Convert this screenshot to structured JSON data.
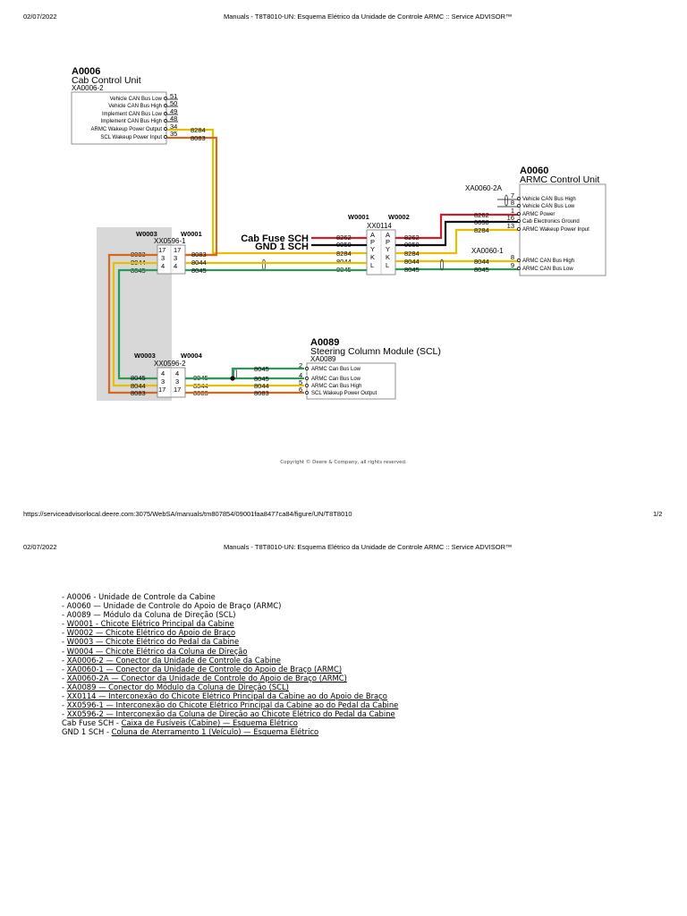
{
  "page1": {
    "date": "02/07/2022",
    "title": "Manuals - T8T8010-UN: Esquema Elétrico da Unidade de Controle ARMC :: Service ADVISOR™",
    "url": "https://serviceadvisorlocal.deere.com:3075/WebSA/manuals/tm807854/09001faa8477ca84/figure/UN/T8T8010",
    "page_num": "1/2"
  },
  "page2": {
    "date": "02/07/2022",
    "title": "Manuals - T8T8010-UN: Esquema Elétrico da Unidade de Controle ARMC :: Service ADVISOR™"
  },
  "diagram": {
    "copyright": "Copyright © Deere & Company, all rights reserved.",
    "a0006": {
      "id": "A0006",
      "name": "Cab Control Unit",
      "connector": "XA0006-2",
      "pins": [
        {
          "label": "Vehicle CAN Bus Low",
          "num": "51"
        },
        {
          "label": "Vehicle CAN Bus High",
          "num": "50"
        },
        {
          "label": "Implement CAN Bus Low",
          "num": "49"
        },
        {
          "label": "Implement CAN Bus High",
          "num": "48"
        },
        {
          "label": "ARMC Wakeup Power Output",
          "num": "34"
        },
        {
          "label": "SCL Wakeup Power Input",
          "num": "35"
        }
      ],
      "wires": [
        "8284",
        "8083"
      ]
    },
    "a0060": {
      "id": "A0060",
      "name": "ARMC Control Unit",
      "conn_2a": "XA0060-2A",
      "conn_1": "XA0060-1",
      "pins_2a": [
        {
          "label": "Vehicle CAN Bus High",
          "num": "7"
        },
        {
          "label": "Vehicle CAN Bus Low",
          "num": "8"
        },
        {
          "label": "ARMC Power",
          "num": "1"
        },
        {
          "label": "Cab Electronics Ground",
          "num": "16"
        },
        {
          "label": "ARMC Wakeup Power Input",
          "num": "13"
        }
      ],
      "pins_1": [
        {
          "label": "ARMC CAN Bus High",
          "num": "8"
        },
        {
          "label": "ARMC CAN Bus Low",
          "num": "9"
        }
      ],
      "wires": [
        "8262",
        "0050",
        "8284",
        "8044",
        "8045"
      ]
    },
    "a0089": {
      "id": "A0089",
      "name": "Steering Column Module (SCL)",
      "connector": "XA0089",
      "pins": [
        {
          "label": "ARMC Can Bus Low",
          "num": "2"
        },
        {
          "label": "ARMC Can Bus Low",
          "num": "4"
        },
        {
          "label": "ARMC Can Bus High",
          "num": "5"
        },
        {
          "label": "SCL Wakeup Power Output",
          "num": "6"
        }
      ],
      "wires": [
        "8045",
        "8045",
        "8044",
        "8083"
      ]
    },
    "xx0114": {
      "name": "XX0114",
      "left_harness": "W0001",
      "right_harness": "W0002",
      "pins": [
        "A",
        "P",
        "Y",
        "K",
        "L"
      ],
      "left_wires": [
        "8262",
        "0050",
        "8284",
        "8044",
        "8045"
      ],
      "right_wires": [
        "8262",
        "0050",
        "8284",
        "8044",
        "8045"
      ],
      "sources": [
        "Cab Fuse SCH",
        "GND 1 SCH"
      ]
    },
    "xx0596_1": {
      "name": "XX0596-1",
      "left_harness": "W0003",
      "right_harness": "W0001",
      "pins": [
        "17",
        "3",
        "4"
      ],
      "left_wires": [
        "8083",
        "8044",
        "8045"
      ],
      "right_wires": [
        "8083",
        "8044",
        "8045"
      ]
    },
    "xx0596_2": {
      "name": "XX0596-2",
      "left_harness": "W0003",
      "right_harness": "W0004",
      "pins": [
        "4",
        "3",
        "17"
      ],
      "left_wires": [
        "8045",
        "8044",
        "8083"
      ],
      "right_wires": [
        "8045",
        "8044",
        "8083"
      ]
    }
  },
  "legend": [
    {
      "prefix": "- A0006 - ",
      "link": "",
      "text": "Unidade de Controle da Cabine"
    },
    {
      "prefix": "- A0060 — ",
      "link": "",
      "text": "Unidade de Controle do Apoio de Braço (ARMC)"
    },
    {
      "prefix": "- A0089 — ",
      "link": "",
      "text": "Módulo da Coluna de Direção (SCL)"
    },
    {
      "prefix": "- ",
      "link": "W0001 - Chicote Elétrico Principal da Cabine",
      "text": ""
    },
    {
      "prefix": "- ",
      "link": "W0002 — Chicote Elétrico do Apoio de Braço",
      "text": ""
    },
    {
      "prefix": "- ",
      "link": "W0003 — Chicote Elétrico do Pedal da Cabine",
      "text": ""
    },
    {
      "prefix": "- ",
      "link": "W0004 — Chicote Elétrico da Coluna de Direção",
      "text": ""
    },
    {
      "prefix": "- ",
      "link": "XA0006-2 — Conector da Unidade de Controle da Cabine",
      "text": ""
    },
    {
      "prefix": "- ",
      "link": "XA0060-1 — Conector da Unidade de Controle do Apoio de Braço (ARMC)",
      "text": ""
    },
    {
      "prefix": "- ",
      "link": "XA0060-2A — Conector da Unidade de Controle do Apoio de Braço (ARMC)",
      "text": ""
    },
    {
      "prefix": "- ",
      "link": "XA0089 — Conector do Módulo da Coluna de Direção (SCL)",
      "text": ""
    },
    {
      "prefix": "- ",
      "link": "XX0114 — Interconexão do Chicote Elétrico Principal da Cabine ao do Apoio de Braço",
      "text": ""
    },
    {
      "prefix": "- ",
      "link": "XX0596-1 — Interconexão do Chicote Elétrico Principal da Cabine ao do Pedal da Cabine",
      "text": ""
    },
    {
      "prefix": "- ",
      "link": "XX0596-2 — Interconexão da Coluna de Direção ao Chicote Elétrico do Pedal da Cabine",
      "text": ""
    },
    {
      "prefix": "Cab Fuse SCH - ",
      "link": "Caixa de Fusíveis (Cabine) — Esquema Elétrico",
      "text": ""
    },
    {
      "prefix": "GND 1 SCH - ",
      "link": "Coluna de Aterramento 1 (Veículo) — Esquema Elétrico",
      "text": ""
    }
  ],
  "colors": {
    "red": "#cc1f2a",
    "black": "#111111",
    "yellow": "#e5c000",
    "green": "#2a9a56",
    "orange": "#d2691e",
    "shade": "#d8d8d8"
  }
}
